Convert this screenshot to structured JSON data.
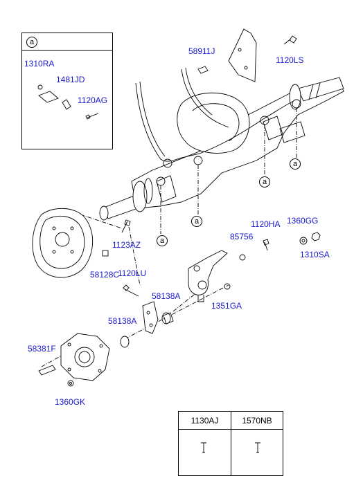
{
  "inset": {
    "callout": "a",
    "labels": {
      "p1310RA": "1310RA",
      "p1481JD": "1481JD",
      "p1120AG": "1120AG"
    }
  },
  "callouts": {
    "c1": "a",
    "c2": "a",
    "c3": "a",
    "c4": "a"
  },
  "parts": {
    "p58911J": "58911J",
    "p1120LS": "1120LS",
    "p1120HA": "1120HA",
    "p1360GG": "1360GG",
    "p85756": "85756",
    "p1310SA": "1310SA",
    "p1123AZ": "1123AZ",
    "p58128C": "58128C",
    "p1120LU": "1120LU",
    "p58138A_top": "58138A",
    "p1351GA": "1351GA",
    "p58138A_low": "58138A",
    "p58381F": "58381F",
    "p1360GK": "1360GK"
  },
  "table": {
    "col1": "1130AJ",
    "col2": "1570NB"
  },
  "colors": {
    "label": "#1a1ad0",
    "line": "#000000"
  }
}
